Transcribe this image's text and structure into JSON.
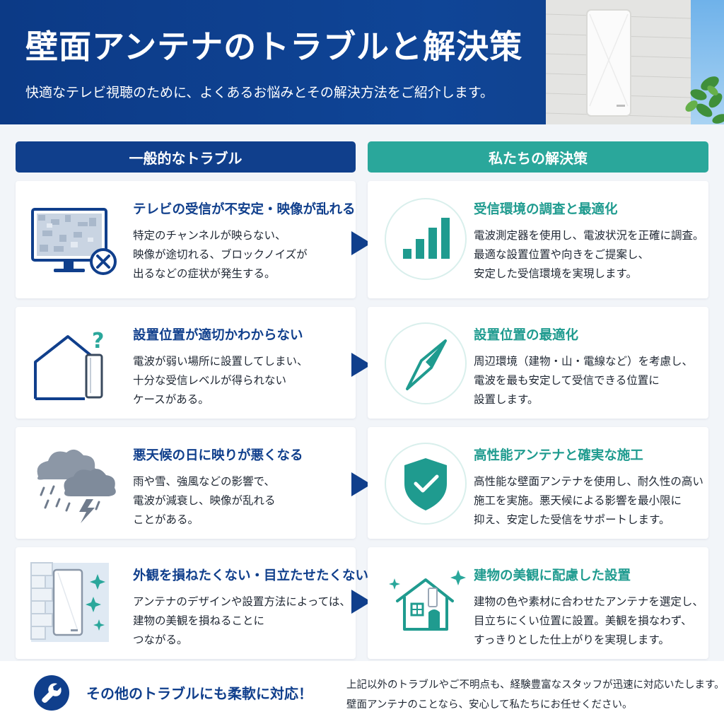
{
  "header": {
    "title": "壁面アンテナのトラブルと解決策",
    "subtitle": "快適なテレビ視聴のために、よくあるお悩みとその解決方法をご紹介します。",
    "photo_icon": "wall-antenna-photo"
  },
  "columns": {
    "left_label": "一般的なトラブル",
    "right_label": "私たちの解決策"
  },
  "troubles": [
    {
      "icon": "tv-error-icon",
      "title": "テレビの受信が不安定・映像が乱れる",
      "lines": [
        "特定のチャンネルが映らない、",
        "映像が途切れる、ブロックノイズが",
        "出るなどの症状が発生する。"
      ]
    },
    {
      "icon": "house-question-icon",
      "title": "設置位置が適切かわからない",
      "lines": [
        "電波が弱い場所に設置してしまい、",
        "十分な受信レベルが得られない",
        "ケースがある。"
      ]
    },
    {
      "icon": "storm-cloud-icon",
      "title": "悪天候の日に映りが悪くなる",
      "lines": [
        "雨や雪、強風などの影響で、",
        "電波が減衰し、映像が乱れる",
        "ことがある。"
      ]
    },
    {
      "icon": "antenna-wall-icon",
      "title": "外観を損ねたくない・目立たせたくない",
      "lines": [
        "アンテナのデザインや設置方法によっては、",
        "建物の美観を損ねることに",
        "つながる。"
      ]
    }
  ],
  "solutions": [
    {
      "icon": "signal-bars-icon",
      "title": "受信環境の調査と最適化",
      "lines": [
        "電波測定器を使用し、電波状況を正確に調査。",
        "最適な設置位置や向きをご提案し、",
        "安定した受信環境を実現します。"
      ]
    },
    {
      "icon": "compass-icon",
      "title": "設置位置の最適化",
      "lines": [
        "周辺環境（建物・山・電線など）を考慮し、",
        "電波を最も安定して受信できる位置に",
        "設置します。"
      ]
    },
    {
      "icon": "shield-check-icon",
      "title": "高性能アンテナと確実な施工",
      "lines": [
        "高性能な壁面アンテナを使用し、耐久性の高い",
        "施工を実施。悪天候による影響を最小限に",
        "抑え、安定した受信をサポートします。"
      ]
    },
    {
      "icon": "house-sparkle-icon",
      "title": "建物の美観に配慮した設置",
      "lines": [
        "建物の色や素材に合わせたアンテナを選定し、",
        "目立ちにくい位置に設置。美観を損なわず、",
        "すっきりとした仕上がりを実現します。"
      ]
    }
  ],
  "footer": {
    "icon": "wrench-icon",
    "headline": "その他のトラブルにも柔軟に対応！",
    "note_lines": [
      "上記以外のトラブルやご不明点も、経験豊富なスタッフが迅速に対応いたします。",
      "壁面アンテナのことなら、安心して私たちにお任せください。"
    ]
  },
  "colors": {
    "navy": "#103f8c",
    "teal": "#2aa79b",
    "background": "#f2f5f9"
  }
}
